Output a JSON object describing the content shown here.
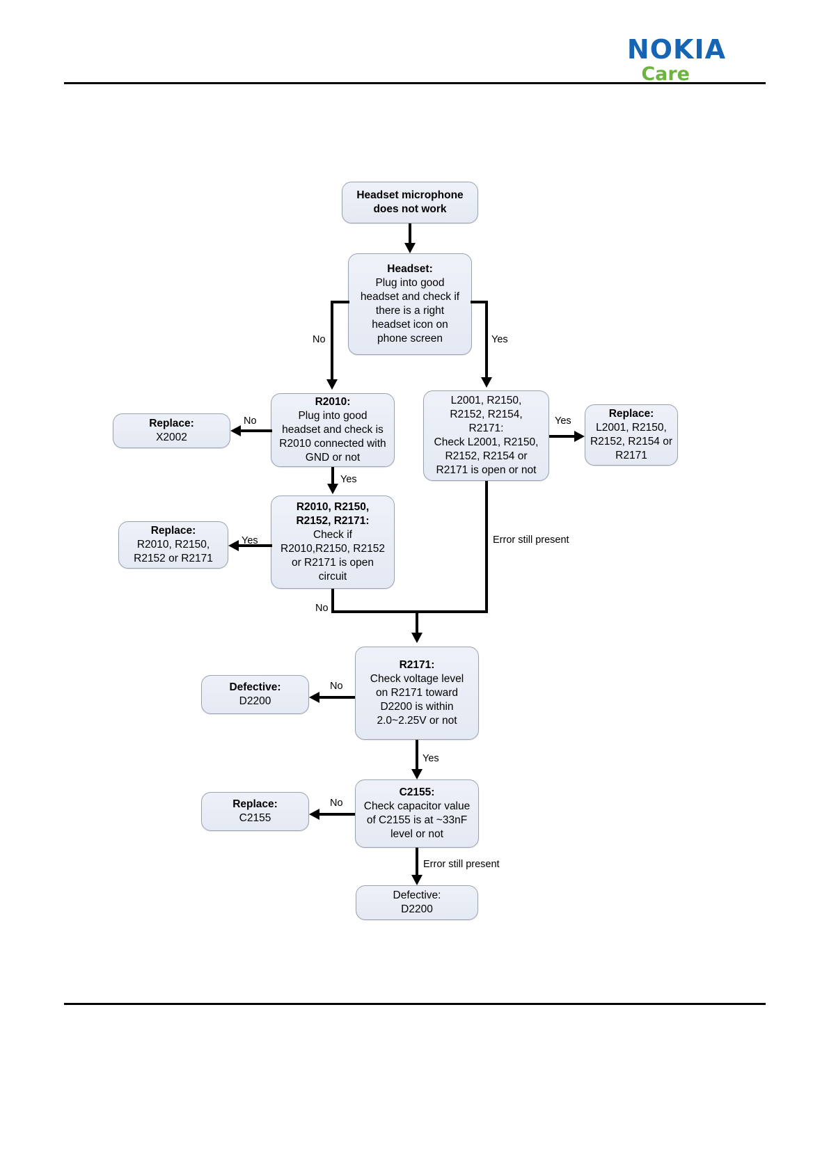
{
  "header": {
    "brand": "NOKIA",
    "sub_brand": "Care"
  },
  "flowchart": {
    "title": "Headset microphone does not work troubleshooting",
    "nodes": [
      {
        "id": "start",
        "name": "node-start",
        "title": "Headset microphone\ndoes not work",
        "body": ""
      },
      {
        "id": "headset",
        "name": "node-headset-check",
        "title": "Headset:",
        "body": "Plug into good\nheadset and check if\nthere is a right\nheadset icon on\nphone screen"
      },
      {
        "id": "r2010",
        "name": "node-r2010-check",
        "title": "R2010:",
        "body": "Plug into good\nheadset and check is\nR2010 connected with\nGND or not"
      },
      {
        "id": "l2001",
        "name": "node-l2001-check",
        "title": "L2001, R2150,\nR2152, R2154,\nR2171:",
        "body": "Check L2001, R2150,\nR2152, R2154 or\nR2171 is open or not"
      },
      {
        "id": "replace-x2002",
        "name": "node-replace-x2002",
        "title": "Replace:",
        "body": "X2002"
      },
      {
        "id": "replace-l2001",
        "name": "node-replace-l2001",
        "title": "Replace:",
        "body": "L2001, R2150,\nR2152, R2154 or\nR2171"
      },
      {
        "id": "r2010-group",
        "name": "node-r2010-group-check",
        "title": "R2010, R2150,\nR2152, R2171:",
        "body": "Check if\nR2010,R2150, R2152\nor R2171 is open\ncircuit"
      },
      {
        "id": "replace-r2010",
        "name": "node-replace-r2010-group",
        "title": "Replace:",
        "body": "R2010, R2150,\nR2152 or R2171"
      },
      {
        "id": "r2171",
        "name": "node-r2171-voltage-check",
        "title": "R2171:",
        "body": "Check voltage level\non R2171 toward\nD2200 is within\n2.0~2.25V or not"
      },
      {
        "id": "defective-d2200-top",
        "name": "node-defective-d2200-upper",
        "title": "Defective:",
        "body": "D2200"
      },
      {
        "id": "c2155",
        "name": "node-c2155-check",
        "title": "C2155:",
        "body": "Check capacitor value\nof C2155 is at ~33nF\nlevel or not"
      },
      {
        "id": "replace-c2155",
        "name": "node-replace-c2155",
        "title": "Replace:",
        "body": "C2155"
      },
      {
        "id": "defective-d2200-bottom",
        "name": "node-defective-d2200-lower",
        "title": "Defective:",
        "body": "D2200"
      }
    ],
    "edge_labels": [
      {
        "id": "e1",
        "name": "edge-label-headset-no",
        "text": "No"
      },
      {
        "id": "e2",
        "name": "edge-label-headset-yes",
        "text": "Yes"
      },
      {
        "id": "e3",
        "name": "edge-label-r2010-no",
        "text": "No"
      },
      {
        "id": "e4",
        "name": "edge-label-r2010-yes",
        "text": "Yes"
      },
      {
        "id": "e5",
        "name": "edge-label-l2001-yes",
        "text": "Yes"
      },
      {
        "id": "e6",
        "name": "edge-label-l2001-error",
        "text": "Error still present"
      },
      {
        "id": "e7",
        "name": "edge-label-r2010-group-yes",
        "text": "Yes"
      },
      {
        "id": "e8",
        "name": "edge-label-r2010-group-no",
        "text": "No"
      },
      {
        "id": "e9",
        "name": "edge-label-r2171-no",
        "text": "No"
      },
      {
        "id": "e10",
        "name": "edge-label-r2171-yes",
        "text": "Yes"
      },
      {
        "id": "e11",
        "name": "edge-label-c2155-no",
        "text": "No"
      },
      {
        "id": "e12",
        "name": "edge-label-c2155-error",
        "text": "Error still present"
      }
    ]
  },
  "colors": {
    "nokia_blue": "#1565b4",
    "care_green": "#6cb33f",
    "node_fill": "#e8ecf5",
    "node_border": "#9aa3b0",
    "connector": "#000000"
  }
}
